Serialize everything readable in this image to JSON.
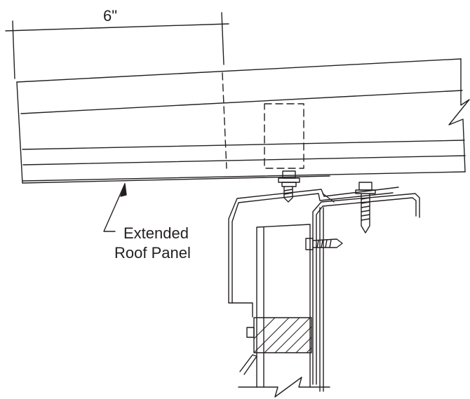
{
  "dimension": {
    "value": "6\""
  },
  "callout": {
    "line1": "Extended",
    "line2": "Roof Panel"
  }
}
